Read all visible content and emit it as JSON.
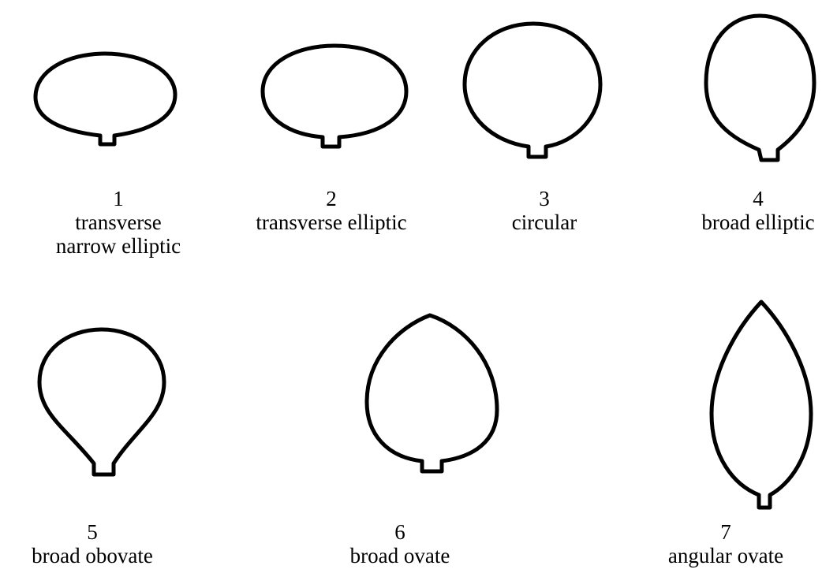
{
  "shapes": [
    {
      "number": "1",
      "name_lines": [
        "transverse",
        "narrow elliptic"
      ]
    },
    {
      "number": "2",
      "name_lines": [
        "transverse elliptic"
      ]
    },
    {
      "number": "3",
      "name_lines": [
        "circular"
      ]
    },
    {
      "number": "4",
      "name_lines": [
        "broad elliptic"
      ]
    },
    {
      "number": "5",
      "name_lines": [
        "broad obovate"
      ]
    },
    {
      "number": "6",
      "name_lines": [
        "broad ovate"
      ]
    },
    {
      "number": "7",
      "name_lines": [
        "angular ovate"
      ]
    }
  ]
}
